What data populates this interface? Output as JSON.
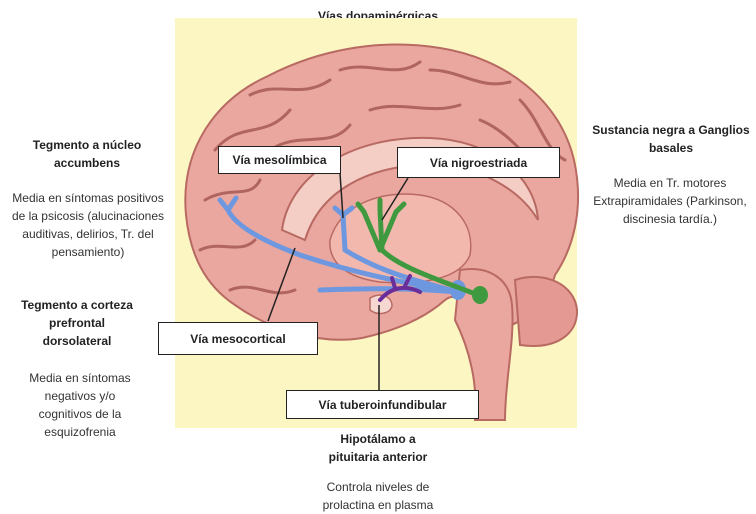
{
  "title": "Vías dopaminérgicas",
  "left": {
    "mesolimbic": {
      "heading": "Tegmento a núcleo\naccumbens",
      "description": "Media en síntomas positivos\nde la psicosis (alucinaciones\nauditivas, delirios, Tr. del\npensamiento)"
    },
    "mesocortical": {
      "heading": "Tegmento a corteza\nprefrontal\ndorsolateral",
      "description": "Media en síntomas\nnegativos y/o\ncognitivos de la\nesquizofrenia"
    }
  },
  "right": {
    "nigrostriatal": {
      "heading": "Sustancia negra a Ganglios\nbasales",
      "description": "Media en Tr. motores\nExtrapiramidales (Parkinson,\ndiscinesia tardía.)"
    }
  },
  "bottom": {
    "tuberoinfundibular": {
      "heading": "Hipotálamo a\npituitaria anterior",
      "description": "Controla niveles de\nprolactina  en plasma"
    }
  },
  "labels": {
    "mesolimbica": "Vía mesolímbica",
    "nigroestriada": "Vía nigroestriada",
    "mesocortical": "Vía mesocortical",
    "tuberoinfundibular": "Vía tuberoinfundibular"
  },
  "colors": {
    "mesolimbic_pathway": "#6d98e0",
    "nigrostriatal_pathway": "#3f9a3f",
    "tuberoinfundibular_pathway": "#6a2e9a",
    "panel_background": "#fbf6c2",
    "brain": "#e8a29a"
  }
}
